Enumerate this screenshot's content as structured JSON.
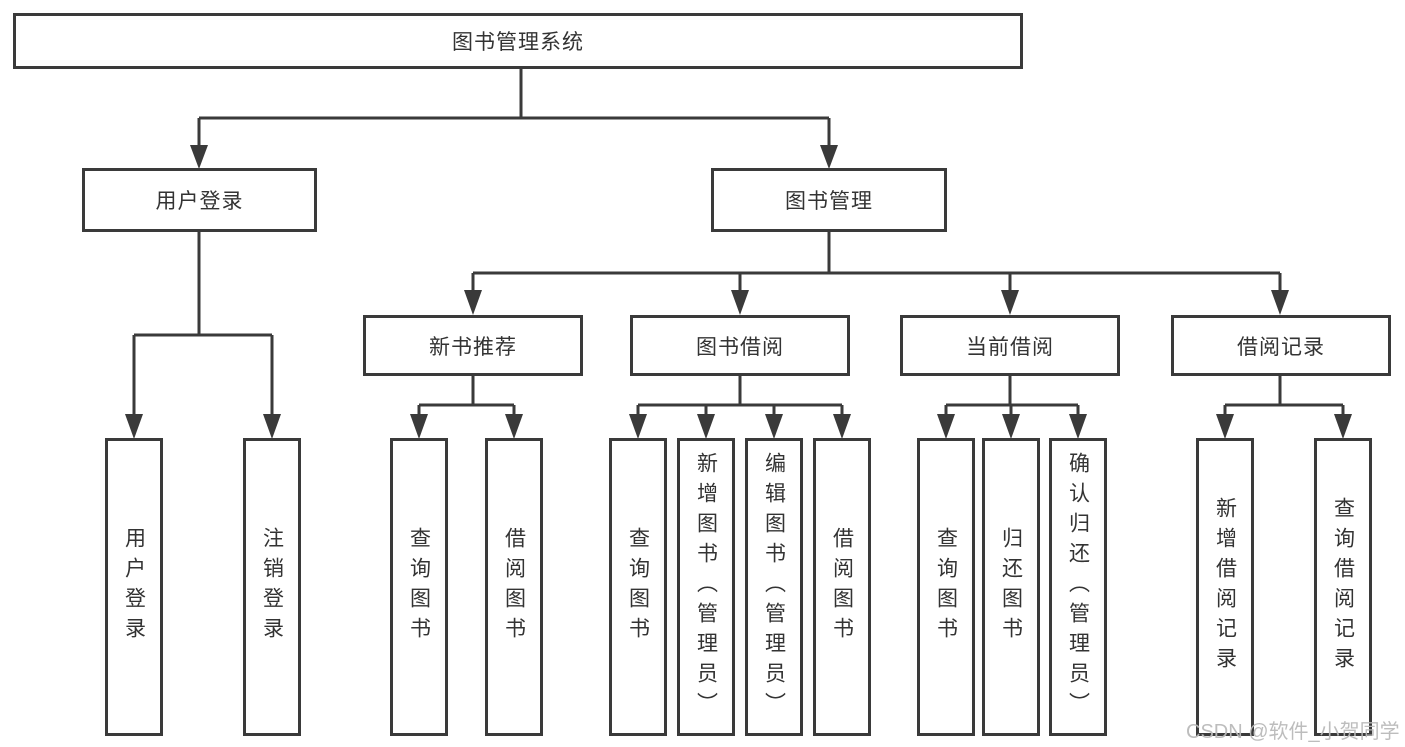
{
  "tree": {
    "label": "图书管理系统",
    "children": [
      {
        "label": "用户登录",
        "children": [
          {
            "label": "用户登录"
          },
          {
            "label": "注销登录"
          }
        ]
      },
      {
        "label": "图书管理",
        "children": [
          {
            "label": "新书推荐",
            "children": [
              {
                "label": "查询图书"
              },
              {
                "label": "借阅图书"
              }
            ]
          },
          {
            "label": "图书借阅",
            "children": [
              {
                "label": "查询图书"
              },
              {
                "label": "新增图书（管理员）"
              },
              {
                "label": "编辑图书（管理员）"
              },
              {
                "label": "借阅图书"
              }
            ]
          },
          {
            "label": "当前借阅",
            "children": [
              {
                "label": "查询图书"
              },
              {
                "label": "归还图书"
              },
              {
                "label": "确认归还（管理员）"
              }
            ]
          },
          {
            "label": "借阅记录",
            "children": [
              {
                "label": "新增借阅记录"
              },
              {
                "label": "查询借阅记录"
              }
            ]
          }
        ]
      }
    ]
  },
  "watermark": {
    "text": "CSDN @软件_小贺同学"
  },
  "colors": {
    "line": "#3a3a3a",
    "text": "#333333",
    "box_background": "#ffffff",
    "page_background": "#ffffff",
    "watermark": "#b9b9b9"
  }
}
